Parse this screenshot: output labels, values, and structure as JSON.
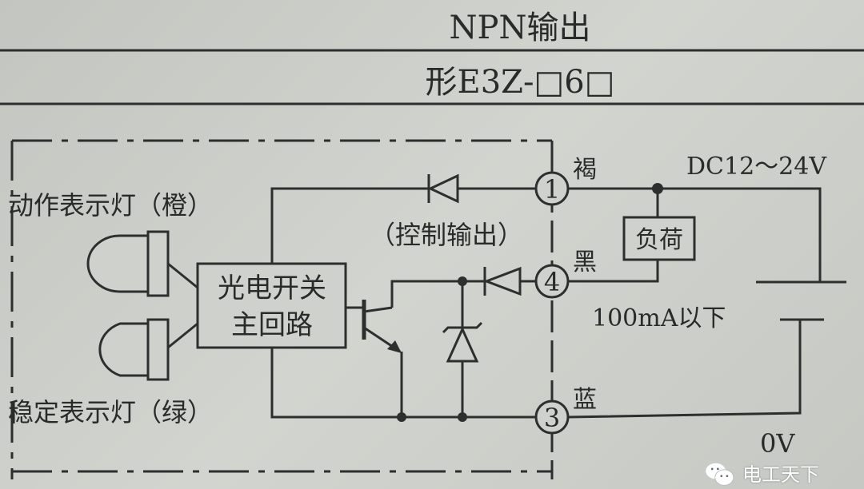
{
  "title": "NPN输出",
  "model": "形E3Z-□6□",
  "labels": {
    "action_lamp": "动作表示灯（橙）",
    "stable_lamp": "稳定表示灯（绿）",
    "control_output": "（控制输出）",
    "main_circuit_line1": "光电开关",
    "main_circuit_line2": "主回路",
    "load": "负荷",
    "supply": "DC12～24V",
    "current_limit": "100mA以下",
    "zero_volt": "0V"
  },
  "terminals": [
    {
      "number": "1",
      "color": "褐"
    },
    {
      "number": "4",
      "color": "黑"
    },
    {
      "number": "3",
      "color": "蓝"
    }
  ],
  "watermark": "电工天下"
}
